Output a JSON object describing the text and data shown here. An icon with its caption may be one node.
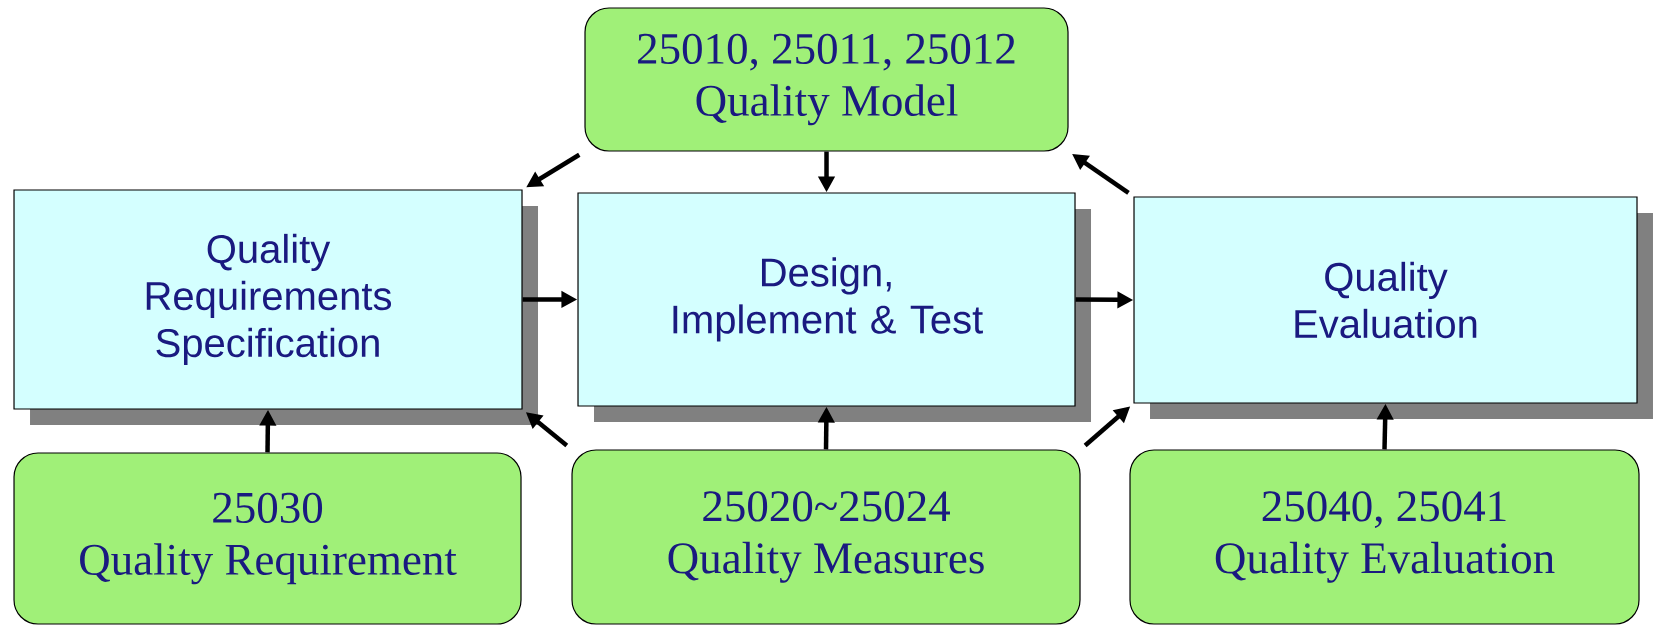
{
  "diagram": {
    "nodes": [
      {
        "text": [
          "25010, 25011, 25012",
          "Quality Model"
        ]
      },
      {
        "text": [
          "Quality Requirements Specification"
        ]
      },
      {
        "text": [
          "Design, Implement & Test"
        ]
      },
      {
        "text": [
          "Quality Evaluation"
        ]
      },
      {
        "text": [
          "25030",
          "Quality Requirement"
        ]
      },
      {
        "text": [
          "25020~25024",
          "Quality Measures"
        ]
      },
      {
        "text": [
          "25040, 25041",
          "Quality Evaluation"
        ]
      }
    ],
    "edges": [
      {
        "from": 0,
        "to": 1,
        "arrow": "to"
      },
      {
        "from": 0,
        "to": 2,
        "arrow": "to"
      },
      {
        "from": 3,
        "to": 0,
        "arrow": "to"
      },
      {
        "from": 1,
        "to": 2,
        "arrow": "to"
      },
      {
        "from": 2,
        "to": 3,
        "arrow": "to"
      },
      {
        "from": 4,
        "to": 1,
        "arrow": "to"
      },
      {
        "from": 5,
        "to": 1,
        "arrow": "to"
      },
      {
        "from": 5,
        "to": 2,
        "arrow": "to"
      },
      {
        "from": 5,
        "to": 3,
        "arrow": "to"
      },
      {
        "from": 6,
        "to": 3,
        "arrow": "to"
      }
    ]
  }
}
